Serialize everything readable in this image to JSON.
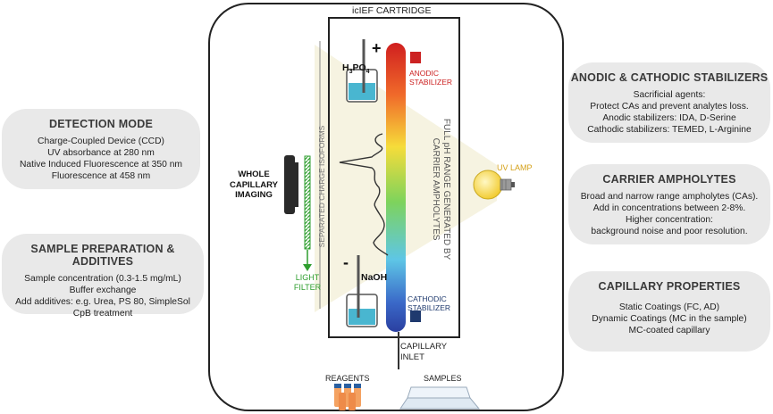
{
  "left_cards": [
    {
      "title": "DETECTION MODE",
      "lines": [
        "Charge-Coupled Device (CCD)",
        "UV absorbance at 280 nm",
        "Native Induced Fluorescence at 350 nm",
        "Fluorescence at 458 nm"
      ]
    },
    {
      "title": "SAMPLE PREPARATION & ADDITIVES",
      "lines": [
        "Sample concentration (0.3-1.5 mg/mL)",
        "Buffer exchange",
        "Add additives: e.g. Urea, PS 80, SimpleSol",
        "CpB treatment"
      ]
    }
  ],
  "right_cards": [
    {
      "title": "ANODIC & CATHODIC STABILIZERS",
      "lines": [
        "Sacrificial agents:",
        "Protect CAs and prevent analytes loss.",
        "Anodic stabilizers: IDA, D-Serine",
        "Cathodic stabilizers: TEMED, L-Arginine"
      ]
    },
    {
      "title": "CARRIER AMPHOLYTES",
      "lines": [
        "Broad and narrow range ampholytes (CAs).",
        "Add in concentrations between 2-8%.",
        "Higher concentration:",
        "background noise and poor resolution."
      ]
    },
    {
      "title": "CAPILLARY PROPERTIES",
      "lines": [
        "Static Coatings (FC, AD)",
        "Dynamic Coatings (MC in the sample)",
        "MC-coated capillary"
      ]
    }
  ],
  "diagram": {
    "cartridge_label": "icIEF CARTRIDGE",
    "plus_sign": "+",
    "minus_sign": "-",
    "acid_label": "H3PO4",
    "base_label": "NaOH",
    "anodic_label": "ANODIC\nSTABILIZER",
    "cathodic_label": "CATHODIC\nSTABILIZER",
    "gradient_text": "FULL pH RANGE GENERATED BY\nCARRIER AMPHOLYTES",
    "separated_text": "SEPARATED CHARGE ISOFORMS",
    "imaging_label": "WHOLE\nCAPILLARY\nIMAGING",
    "filter_label": "LIGHT\nFILTER",
    "lamp_label": "UV LAMP",
    "inlet_label": "CAPILLARY\nINLET",
    "reagents_label": "REAGENTS",
    "samples_label": "SAMPLES",
    "colors": {
      "green": "#2e9e2e",
      "anodic": "#cc2222",
      "cathodic": "#1f3a6e",
      "card": "#e9e9e9",
      "lamp": "#f7d94a"
    }
  }
}
